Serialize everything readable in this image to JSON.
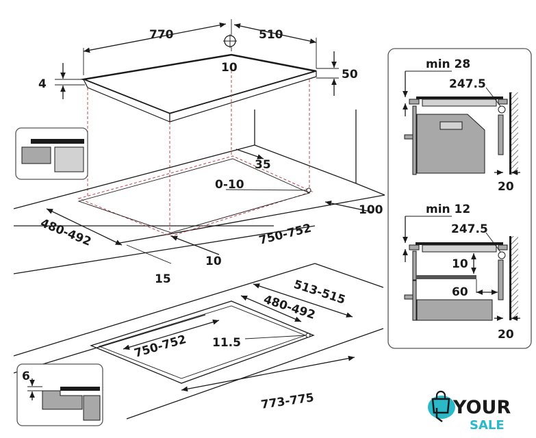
{
  "diagram": {
    "hob": {
      "width": "770",
      "depth": "510",
      "connector": "10",
      "glass_thickness": "4",
      "height": "50"
    },
    "cutout_standard": {
      "rear_clearance": "35",
      "tolerance": "0-10",
      "depth": "480-492",
      "width": "750-752",
      "front_margin": "10",
      "front_clearance": "15",
      "side_clearance": "100"
    },
    "cutout_flush": {
      "outer_depth": "513-515",
      "inner_depth": "480-492",
      "inner_width": "750-752",
      "corner_radius": "11.5",
      "outer_width": "773-775",
      "rebate_depth": "6"
    },
    "side_views": {
      "oven": {
        "min_gap": "min 28",
        "vent": "247.5",
        "wall_gap": "20"
      },
      "drawer": {
        "min_gap": "min 12",
        "vent": "247.5",
        "shelf_gap": "10",
        "rear_gap": "60",
        "wall_gap": "20"
      }
    },
    "logo": {
      "word1": "YOUR",
      "word2": "SALE",
      "accent": "#2bb8c8"
    }
  }
}
